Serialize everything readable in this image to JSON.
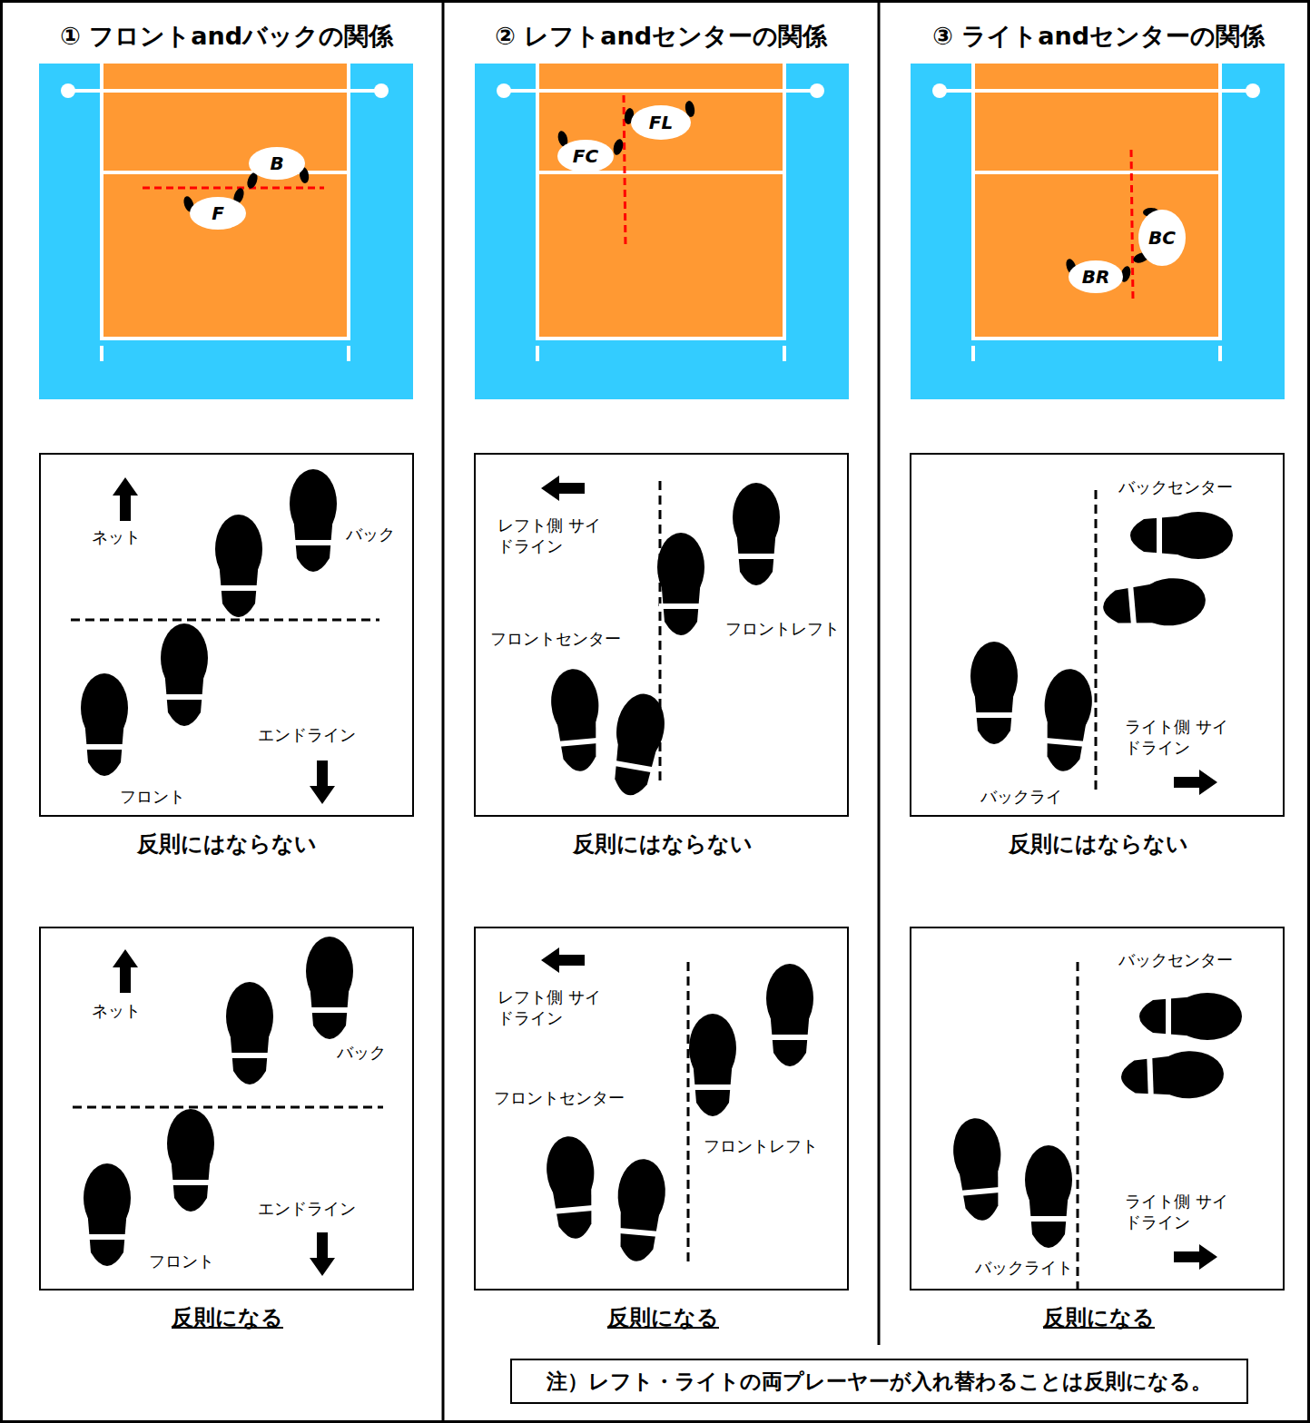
{
  "diagram": {
    "nodes": [
      {
        "text": [
          "B"
        ]
      },
      {
        "text": [
          "F"
        ]
      },
      {
        "text": [
          "FL"
        ]
      },
      {
        "text": [
          "FC"
        ]
      },
      {
        "text": [
          "BC"
        ]
      },
      {
        "text": [
          "BR"
        ]
      },
      {
        "text": [
          "注）レフト・ライトの両プレーヤーが入れ替わることは反則になる。"
        ]
      }
    ],
    "labels": [
      "① フロントandバックの関係",
      "② レフトandセンターの関係",
      "③ ライトandセンターの関係",
      "ネット",
      "バック",
      "エンドライン",
      "フロント",
      "反則にはならない",
      "ネット",
      "バック",
      "エンドライン",
      "フロント",
      "反則になる",
      "レフト側 サイドライン",
      "フロントセンター",
      "フロントレフト",
      "反則にはならない",
      "レフト側 サイドライン",
      "フロントセンター",
      "フロントレフト",
      "反則になる",
      "バックセンター",
      "ライト側 サイドライン",
      "バックライ",
      "反則にはならない",
      "バックセンター",
      "ライト側 サイドライン",
      "バックライト",
      "反則になる"
    ]
  }
}
